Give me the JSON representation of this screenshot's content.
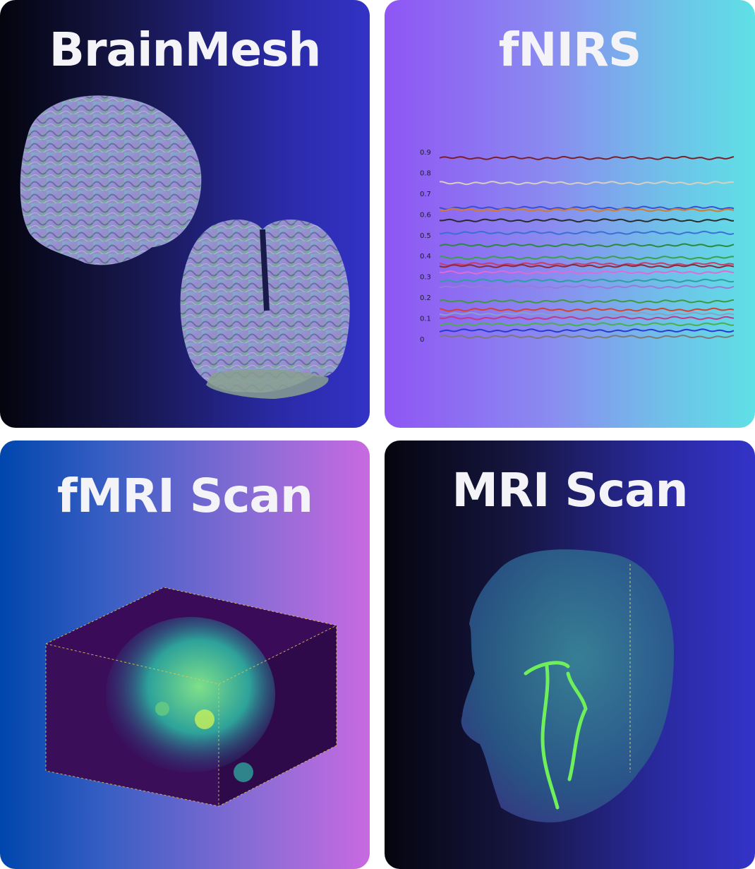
{
  "cards": {
    "brainmesh": {
      "title": "BrainMesh"
    },
    "fnirs": {
      "title": "fNIRS"
    },
    "fmri": {
      "title": "fMRI Scan"
    },
    "mri": {
      "title": "MRI Scan"
    }
  },
  "chart_data": {
    "type": "line",
    "title": "",
    "xlabel": "",
    "ylabel": "",
    "ylim": [
      0,
      0.9
    ],
    "yticks": [
      "0",
      "0.1",
      "0.2",
      "0.3",
      "0.4",
      "0.5",
      "0.6",
      "0.7",
      "0.8",
      "0.9"
    ],
    "grid": false,
    "legend": "none",
    "series": [
      {
        "color": "#7a1f2a",
        "level": 0.87
      },
      {
        "color": "#d8cfc0",
        "level": 0.75
      },
      {
        "color": "#3b4fd0",
        "level": 0.63
      },
      {
        "color": "#d67a2c",
        "level": 0.62
      },
      {
        "color": "#2a2a2a",
        "level": 0.57
      },
      {
        "color": "#3c6fd6",
        "level": 0.51
      },
      {
        "color": "#2a8a3a",
        "level": 0.45
      },
      {
        "color": "#3aa14a",
        "level": 0.39
      },
      {
        "color": "#c43f6a",
        "level": 0.36
      },
      {
        "color": "#8a2a3c",
        "level": 0.35
      },
      {
        "color": "#e06ad8",
        "level": 0.32
      },
      {
        "color": "#2aa0a0",
        "level": 0.28
      },
      {
        "color": "#9a7ad8",
        "level": 0.25
      },
      {
        "color": "#3f9a3a",
        "level": 0.18
      },
      {
        "color": "#d8402a",
        "level": 0.14
      },
      {
        "color": "#8aa0c8",
        "level": 0.12
      },
      {
        "color": "#bf3a8a",
        "level": 0.1
      },
      {
        "color": "#4ab04a",
        "level": 0.07
      },
      {
        "color": "#2a3ad0",
        "level": 0.04
      },
      {
        "color": "#7a7a7a",
        "level": 0.01
      }
    ]
  }
}
